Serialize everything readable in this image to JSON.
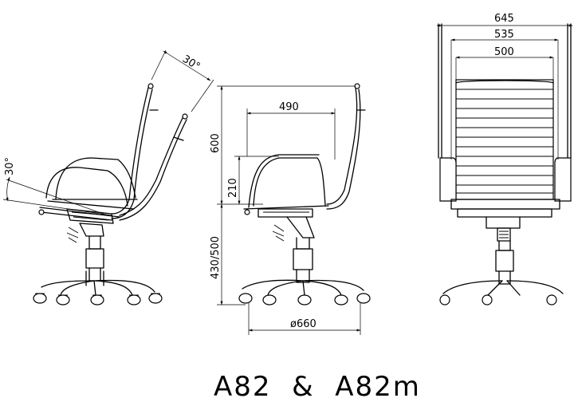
{
  "title": "A82  &  A82m",
  "side_view_tilt": {
    "back_angle": "30°",
    "seat_angle": "30°"
  },
  "side_view": {
    "back_height": "600",
    "arm_height": "210",
    "seat_height": "430/500",
    "depth": "490",
    "base_diameter": "ø660"
  },
  "front_view": {
    "overall_width": "645",
    "arm_width": "535",
    "seat_width": "500"
  }
}
